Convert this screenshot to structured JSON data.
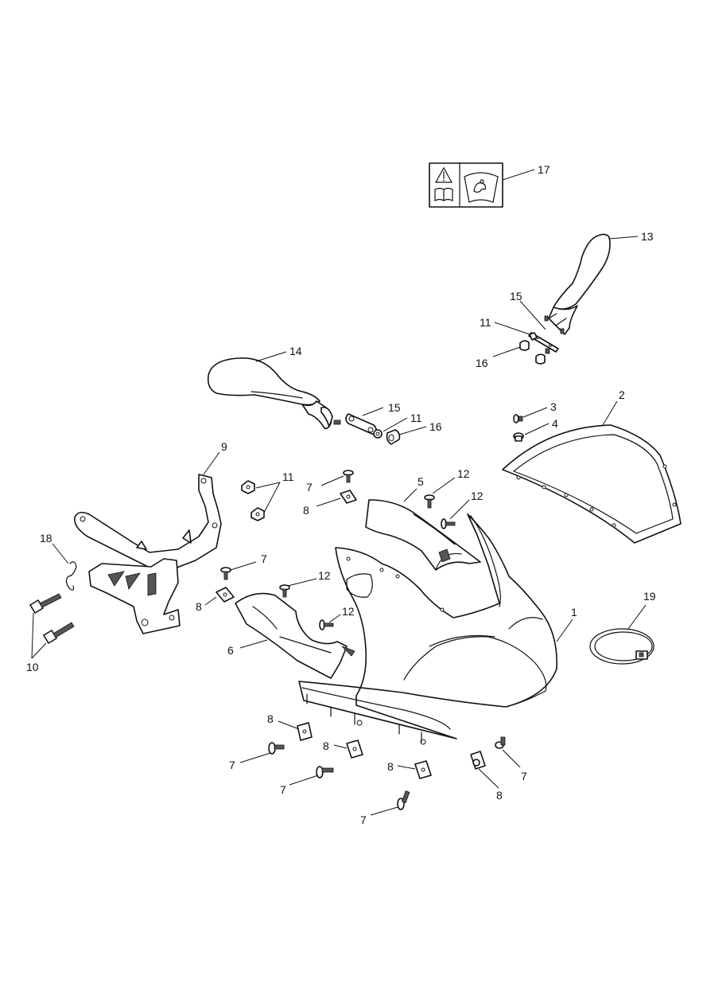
{
  "colors": {
    "line": "#111111",
    "background": "#ffffff"
  },
  "icons": {
    "warning_label": [
      "warning-triangle-icon",
      "manual-book-icon",
      "screen-cleaning-icon"
    ]
  },
  "callouts": [
    {
      "id": "c17",
      "label": "17"
    },
    {
      "id": "c13",
      "label": "13"
    },
    {
      "id": "c15a",
      "label": "15"
    },
    {
      "id": "c11a",
      "label": "11"
    },
    {
      "id": "c16a",
      "label": "16"
    },
    {
      "id": "c14",
      "label": "14"
    },
    {
      "id": "c15b",
      "label": "15"
    },
    {
      "id": "c11b",
      "label": "11"
    },
    {
      "id": "c16b",
      "label": "16"
    },
    {
      "id": "c3",
      "label": "3"
    },
    {
      "id": "c4",
      "label": "4"
    },
    {
      "id": "c2",
      "label": "2"
    },
    {
      "id": "c9",
      "label": "9"
    },
    {
      "id": "c11c",
      "label": "11"
    },
    {
      "id": "c7a",
      "label": "7"
    },
    {
      "id": "c5",
      "label": "5"
    },
    {
      "id": "c12a",
      "label": "12"
    },
    {
      "id": "c8a",
      "label": "8"
    },
    {
      "id": "c12b",
      "label": "12"
    },
    {
      "id": "c18",
      "label": "18"
    },
    {
      "id": "c7b",
      "label": "7"
    },
    {
      "id": "c12c",
      "label": "12"
    },
    {
      "id": "c8b",
      "label": "8"
    },
    {
      "id": "c12d",
      "label": "12"
    },
    {
      "id": "c1",
      "label": "1"
    },
    {
      "id": "c19",
      "label": "19"
    },
    {
      "id": "c6",
      "label": "6"
    },
    {
      "id": "c10",
      "label": "10"
    },
    {
      "id": "c8c",
      "label": "8"
    },
    {
      "id": "c8d",
      "label": "8"
    },
    {
      "id": "c7c",
      "label": "7"
    },
    {
      "id": "c8e",
      "label": "8"
    },
    {
      "id": "c7d",
      "label": "7"
    },
    {
      "id": "c8f",
      "label": "8"
    },
    {
      "id": "c7e",
      "label": "7"
    },
    {
      "id": "c7f",
      "label": "7"
    }
  ]
}
